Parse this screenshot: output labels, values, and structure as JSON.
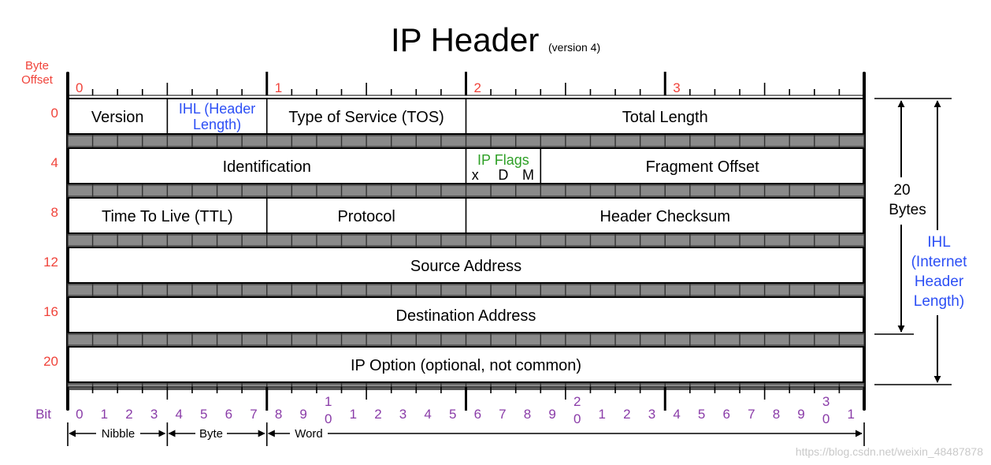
{
  "title": "IP Header",
  "subtitle": "(version 4)",
  "byte_offset_label": [
    "Byte",
    "Offset"
  ],
  "byte_offsets": [
    "0",
    "4",
    "8",
    "12",
    "16",
    "20"
  ],
  "byte_markers": [
    "0",
    "1",
    "2",
    "3"
  ],
  "bit_label": "Bit",
  "bit_numbers": [
    "0",
    "1",
    "2",
    "3",
    "4",
    "5",
    "6",
    "7",
    "8",
    "9",
    "1|0",
    "1",
    "2",
    "3",
    "4",
    "5",
    "6",
    "7",
    "8",
    "9",
    "2|0",
    "1",
    "2",
    "3",
    "4",
    "5",
    "6",
    "7",
    "8",
    "9",
    "3|0",
    "1"
  ],
  "rows": [
    [
      {
        "name": "Version",
        "start": 0,
        "end": 4
      },
      {
        "name": "IHL (Header|Length)",
        "start": 4,
        "end": 8,
        "color": "#2c4ff5"
      },
      {
        "name": "Type of Service (TOS)",
        "start": 8,
        "end": 16
      },
      {
        "name": "Total Length",
        "start": 16,
        "end": 32
      }
    ],
    [
      {
        "name": "Identification",
        "start": 0,
        "end": 16
      },
      {
        "name": "IP Flags",
        "start": 16,
        "end": 19,
        "color": "#2ea026",
        "flags": [
          "x",
          "D",
          "M"
        ]
      },
      {
        "name": "Fragment Offset",
        "start": 19,
        "end": 32
      }
    ],
    [
      {
        "name": "Time To Live (TTL)",
        "start": 0,
        "end": 8
      },
      {
        "name": "Protocol",
        "start": 8,
        "end": 16
      },
      {
        "name": "Header Checksum",
        "start": 16,
        "end": 32
      }
    ],
    [
      {
        "name": "Source Address",
        "start": 0,
        "end": 32
      }
    ],
    [
      {
        "name": "Destination Address",
        "start": 0,
        "end": 32
      }
    ],
    [
      {
        "name": "IP Option (optional, not common)",
        "start": 0,
        "end": 32
      }
    ]
  ],
  "right_labels": {
    "twenty_bytes": [
      "20",
      "Bytes"
    ],
    "ihl": [
      "IHL",
      "(Internet",
      "Header",
      "Length)"
    ]
  },
  "scale_labels": {
    "nibble": "Nibble",
    "byte": "Byte",
    "word": "Word"
  },
  "watermark": "https://blog.csdn.net/weixin_48487878",
  "colors": {
    "red": "#f0433a",
    "blue": "#2c4ff5",
    "green": "#2ea026",
    "purple": "#8a3ca8",
    "separator": "#5a5a5a",
    "separator_light": "#8a8a8a",
    "black": "#000000"
  }
}
